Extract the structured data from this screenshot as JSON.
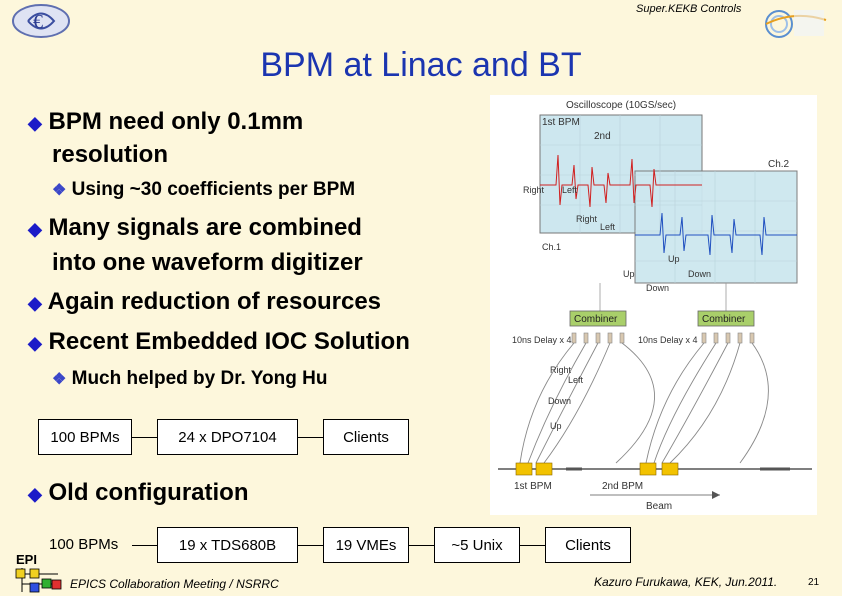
{
  "header": {
    "org": "Super.KEKB Controls"
  },
  "title": "BPM at Linac and BT",
  "bullets": {
    "b1_line1": "BPM need only 0.1mm",
    "b1_line2": "resolution",
    "b1_sub": "Using ~30 coefficients per BPM",
    "b2_line1": "Many signals are combined",
    "b2_line2": "into one waveform digitizer",
    "b3": "Again reduction of resources",
    "b4": "Recent Embedded IOC Solution",
    "b4_sub": "Much helped by Dr. Yong Hu",
    "b5": "Old configuration"
  },
  "new_config": {
    "box1": "100 BPMs",
    "box2": "24 x DPO7104",
    "box3": "Clients"
  },
  "old_config": {
    "box1": "100 BPMs",
    "box2": "19 x TDS680B",
    "box3": "19 VMEs",
    "box4": "~5 Unix",
    "box5": "Clients"
  },
  "figure": {
    "scope_title": "Oscilloscope (10GS/sec)",
    "bpm1": "1st BPM",
    "bpm2nd": "2nd",
    "ch2": "Ch.2",
    "ch1": "Ch.1",
    "right": "Right",
    "left": "Left",
    "right2": "Right",
    "left2": "Left",
    "up": "Up",
    "down": "Down",
    "up2": "Up",
    "down2": "Down",
    "combiner1": "Combiner",
    "combiner2": "Combiner",
    "delay1": "10ns Delay x 4",
    "delay2": "10ns Delay x 4",
    "wire_right": "Right",
    "wire_left": "Left",
    "wire_down": "Down",
    "wire_up": "Up",
    "first_bpm": "1st BPM",
    "second_bpm": "2nd BPM",
    "beam": "Beam"
  },
  "logos": {
    "left_logo": "EPI"
  },
  "footer": {
    "left": "EPICS Collaboration Meeting / NSRRC",
    "right": "Kazuro Furukawa, KEK, Jun.2011.",
    "page": "21"
  },
  "colors": {
    "title": "#1b35b0",
    "bullet": "#1b1bc8",
    "background": "#fdf7dc"
  }
}
